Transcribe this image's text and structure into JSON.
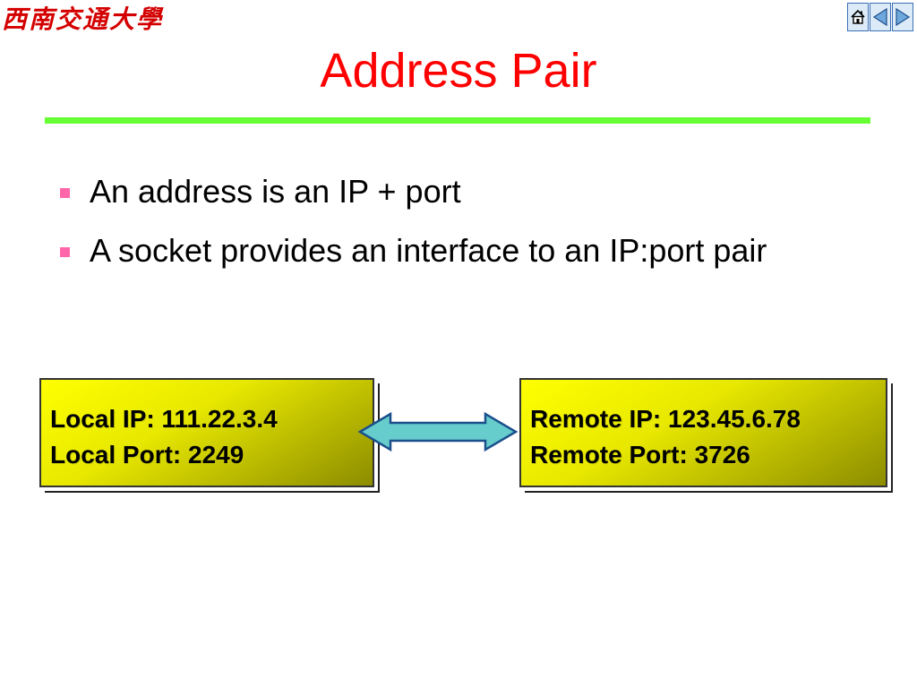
{
  "header": {
    "logo_text": "西南交通大學",
    "nav_icons": [
      "home-icon",
      "previous-icon",
      "next-icon"
    ]
  },
  "slide": {
    "title": "Address Pair",
    "bullets": [
      "An address is an IP + port",
      "A socket provides an interface to an IP:port pair"
    ],
    "local": {
      "ip_line": "Local IP:  111.22.3.4",
      "port_line": "Local Port:  2249"
    },
    "remote": {
      "ip_line": "Remote IP:  123.45.6.78",
      "port_line": "Remote Port:  3726"
    }
  },
  "colors": {
    "title": "#ff0000",
    "rule": "#66ff33",
    "bullet_marker": "#ff66aa",
    "box_fill": "#ffff00",
    "arrow_fill": "#66cccc",
    "logo": "#d40000"
  }
}
